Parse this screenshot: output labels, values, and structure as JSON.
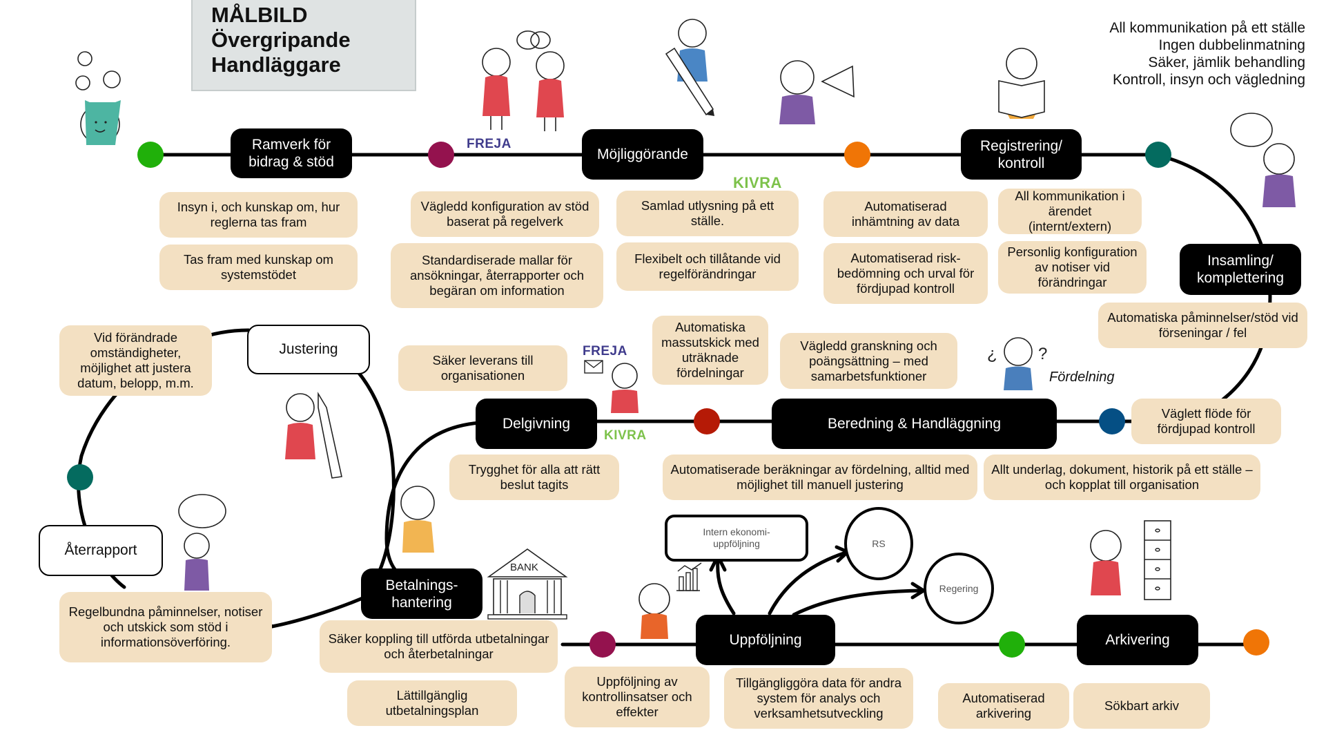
{
  "title": {
    "line1": "MÅLBILD",
    "line2": "Övergripande",
    "line3": "Handläggare"
  },
  "goals": [
    "All kommunikation på ett ställe",
    "Ingen dubbelinmatning",
    "Säker, jämlik behandling",
    "Kontroll, insyn och vägledning"
  ],
  "stages": {
    "ramverk": "Ramverk för bidrag & stöd",
    "mojliggorande": "Möjliggörande",
    "registrering": "Registrering/ kontroll",
    "insamling": "Insamling/ komplettering",
    "beredning": "Beredning & Handläggning",
    "delgivning": "Delgivning",
    "justering": "Justering",
    "aterrapport": "Återrapport",
    "betalning": "Betalnings- hantering",
    "uppfoljning": "Uppföljning",
    "arkivering": "Arkivering"
  },
  "notes": {
    "ramverk_1": "Insyn i, och kunskap om, hur reglerna tas fram",
    "ramverk_2": "Tas fram med kunskap om systemstödet",
    "mojlig_1": "Vägledd konfiguration av stöd baserat på regelverk",
    "mojlig_2": "Standardiserade mallar för ansökningar, återrapporter och begäran om information",
    "mojlig_3": "Samlad utlysning på ett ställe.",
    "mojlig_4": "Flexibelt och tillåtande vid regelförändringar",
    "reg_1": "Automatiserad inhämtning av data",
    "reg_2": "Automatiserad risk-bedömning och urval för fördjupad kontroll",
    "reg_3": "All kommunikation i ärendet (internt/extern)",
    "reg_4": "Personlig konfiguration av notiser vid förändringar",
    "insamling_1": "Automatiska påminnelser/stöd vid förseningar / fel",
    "beredning_1": "Väglett flöde för fördjupad kontroll",
    "beredning_2": "Allt underlag, dokument, historik på ett ställe – och kopplat till organisation",
    "beredning_3": "Automatiserade beräkningar av fördelning, alltid med möjlighet till manuell justering",
    "beredning_4": "Vägledd granskning och poängsättning – med samarbetsfunktioner",
    "beredning_5": "Automatiska massutskick med uträknade fördelningar",
    "delgivning_1": "Säker leverans till organisationen",
    "delgivning_2": "Trygghet för alla att rätt beslut tagits",
    "justering_1": "Vid förändrade omständigheter, möjlighet att justera datum, belopp, m.m.",
    "aterrapport_1": "Regelbundna påminnelser, notiser och utskick som stöd i informationsöverföring.",
    "betalning_1": "Säker koppling till utförda utbetalningar och återbetalningar",
    "betalning_2": "Lättillgänglig utbetalningsplan",
    "uppf_1": "Uppföljning av kontrollinsatser och effekter",
    "uppf_2": "Tillgängliggöra data för andra system för analys och verksamhetsutveckling",
    "ark_1": "Automatiserad arkivering",
    "ark_2": "Sökbart arkiv"
  },
  "brands": {
    "freja_1": "FREJA",
    "kivra_1": "KIVRA",
    "freja_2": "FREJA",
    "kivra_2": "KIVRA"
  },
  "labels": {
    "fordelning": "Fördelning",
    "bank": "BANK"
  },
  "external": {
    "intern": "Intern ekonomi-uppföljning",
    "rs": "RS",
    "regering": "Regering"
  },
  "colors": {
    "green": "#20b00a",
    "magenta": "#94124e",
    "orange": "#f07506",
    "teal": "#046b5f",
    "red": "#b51a06",
    "blue": "#054f84",
    "note_bg": "#f3e0c2",
    "title_bg": "#dfe3e3"
  }
}
